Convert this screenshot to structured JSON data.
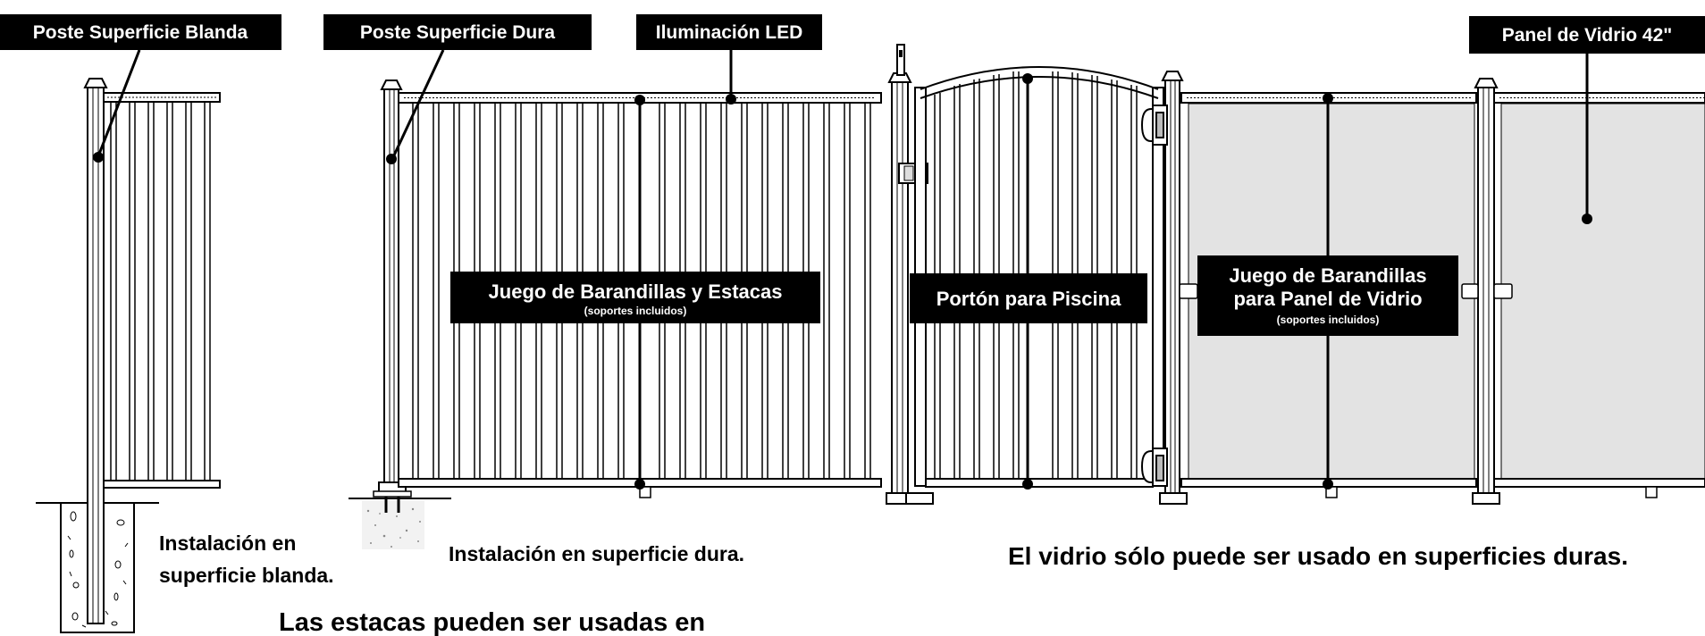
{
  "callouts": {
    "soft_post": "Poste Superficie Blanda",
    "hard_post": "Poste Superficie Dura",
    "led": "Iluminación LED",
    "glass_panel": "Panel de Vidrio 42\"",
    "rail_set_title": "Juego de Barandillas y Estacas",
    "rail_set_sub": "(soportes incluidos)",
    "gate": "Portón para Piscina",
    "glass_rail_line1": "Juego de Barandillas",
    "glass_rail_line2": "para Panel de Vidrio",
    "glass_rail_sub": "(soportes incluidos)"
  },
  "captions": {
    "soft_install_line1": "Instalación en",
    "soft_install_line2": "superficie blanda.",
    "hard_install": "Instalación en superficie dura.",
    "glass_note": "El vidrio sólo puede ser usado en superficies duras.",
    "stakes_note": "Las estacas pueden ser usadas en"
  },
  "colors": {
    "glass": "#e3e3e3",
    "ink": "#000000"
  }
}
